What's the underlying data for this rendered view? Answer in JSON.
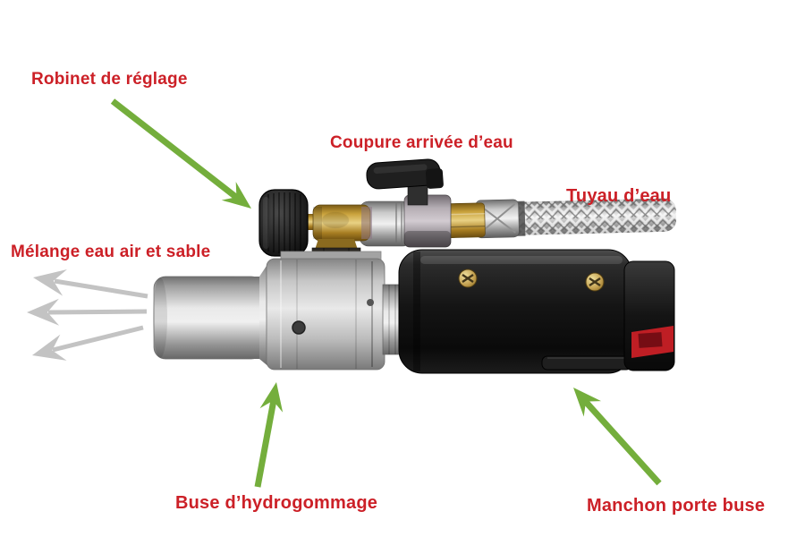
{
  "labels": {
    "robinet": "Robinet de réglage",
    "coupure": "Coupure arrivée d’eau",
    "tuyau": "Tuyau d’eau",
    "melange": "Mélange eau air et sable",
    "buse": "Buse d’hydrogommage",
    "manchon": "Manchon porte buse"
  },
  "colors": {
    "label_text": "#cc2027",
    "arrow_green": "#74ae3c",
    "arrow_gray": "#c3c3c3",
    "background": "#ffffff"
  }
}
